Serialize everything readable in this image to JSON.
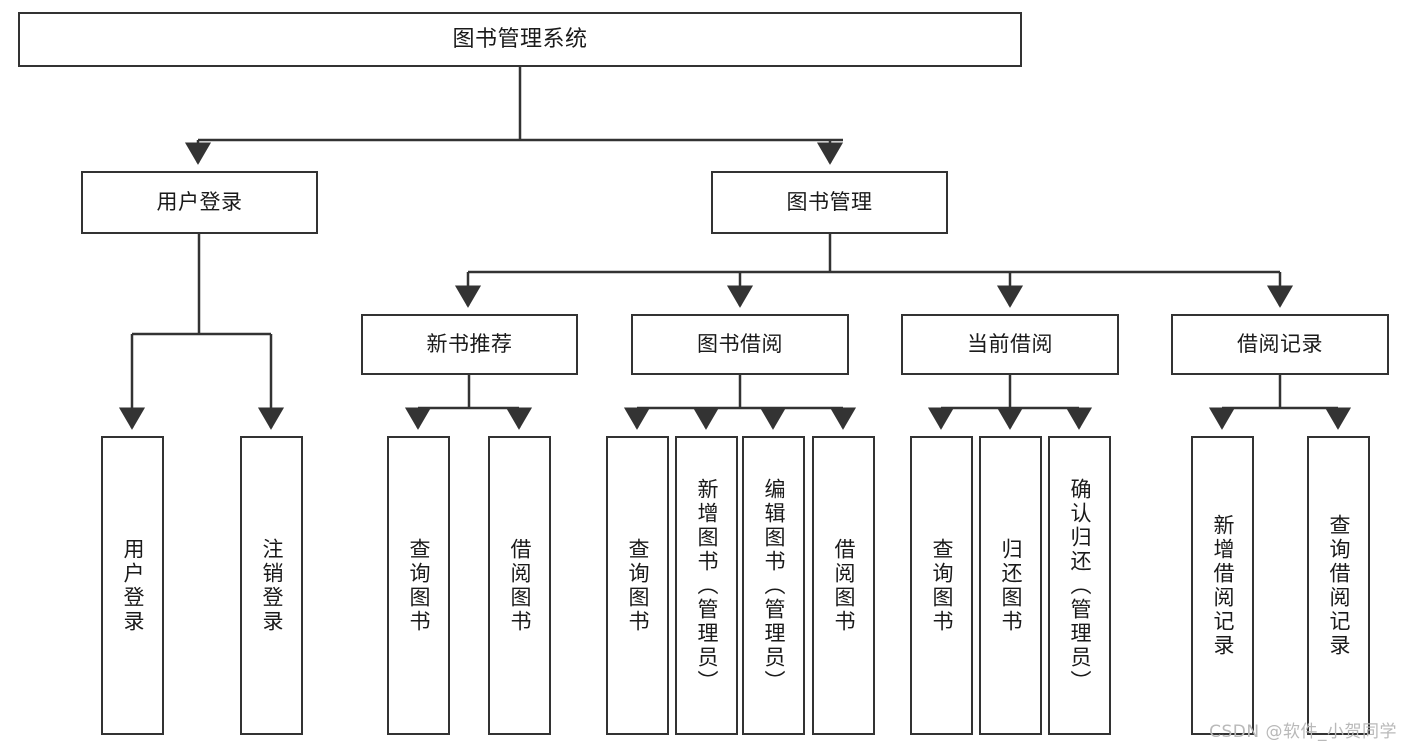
{
  "diagram": {
    "title": "图书管理系统",
    "type": "tree-hierarchy-chart",
    "root": {
      "label": "图书管理系统"
    },
    "level2": [
      {
        "label": "用户登录"
      },
      {
        "label": "图书管理"
      }
    ],
    "level3": [
      {
        "label": "新书推荐"
      },
      {
        "label": "图书借阅"
      },
      {
        "label": "当前借阅"
      },
      {
        "label": "借阅记录"
      }
    ],
    "leaves": {
      "user_login": [
        {
          "label": "用户登录"
        },
        {
          "label": "注销登录"
        }
      ],
      "new_book_recommend": [
        {
          "label": "查询图书"
        },
        {
          "label": "借阅图书"
        }
      ],
      "book_borrow": [
        {
          "label": "查询图书"
        },
        {
          "label": "新增图书（管理员）"
        },
        {
          "label": "编辑图书（管理员）"
        },
        {
          "label": "借阅图书"
        }
      ],
      "current_borrow": [
        {
          "label": "查询图书"
        },
        {
          "label": "归还图书"
        },
        {
          "label": "确认归还（管理员）"
        }
      ],
      "borrow_record": [
        {
          "label": "新增借阅记录"
        },
        {
          "label": "查询借阅记录"
        }
      ]
    }
  },
  "watermark": {
    "text": "CSDN @软件_小贺同学"
  },
  "colors": {
    "stroke": "#333333",
    "text": "#1a1a1a",
    "background": "#ffffff",
    "watermark": "#b9b9b9"
  }
}
